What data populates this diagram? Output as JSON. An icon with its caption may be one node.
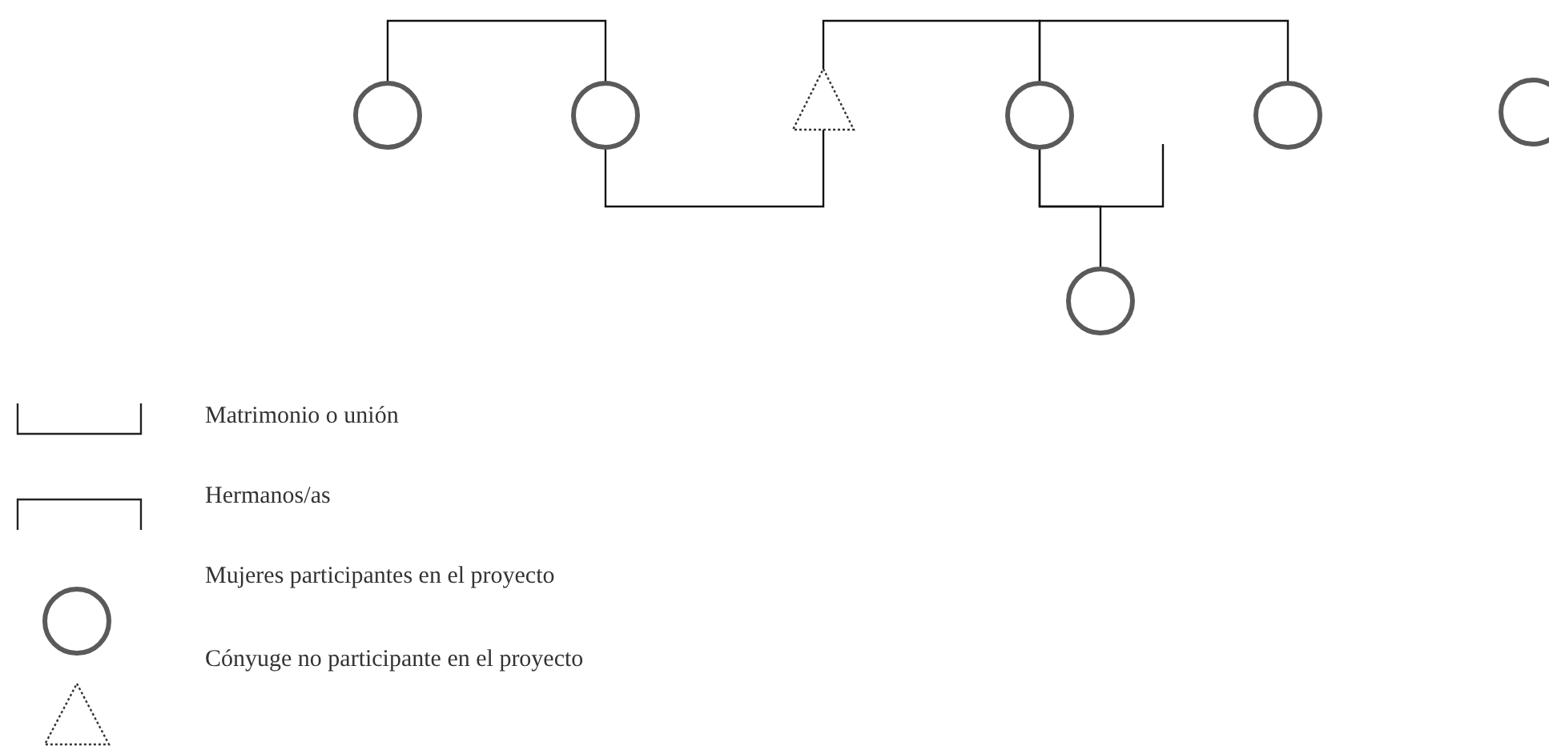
{
  "diagram": {
    "nodes": [
      {
        "text": [],
        "shape": "circle"
      },
      {
        "text": [],
        "shape": "circle"
      },
      {
        "text": [],
        "shape": "triangle"
      },
      {
        "text": [],
        "shape": "circle"
      },
      {
        "text": [],
        "shape": "circle"
      },
      {
        "text": [],
        "shape": "circle"
      },
      {
        "text": [],
        "shape": "circle"
      }
    ],
    "edges": [
      {
        "from": 0,
        "to": 1,
        "arrow": "none"
      },
      {
        "from": 1,
        "to": 2,
        "arrow": "none"
      },
      {
        "from": 2,
        "to": 3,
        "arrow": "none"
      },
      {
        "from": 3,
        "to": 4,
        "arrow": "none"
      },
      {
        "from": 3,
        "to": null,
        "arrow": "none"
      },
      {
        "from": 3,
        "to": 6,
        "arrow": "none"
      }
    ],
    "legend": [
      {
        "text": "Matrimonio o unión"
      },
      {
        "text": "Hermanos/as"
      },
      {
        "text": "Mujeres participantes en el proyecto"
      },
      {
        "text": "Cónyuge no participante en el proyecto"
      }
    ]
  }
}
